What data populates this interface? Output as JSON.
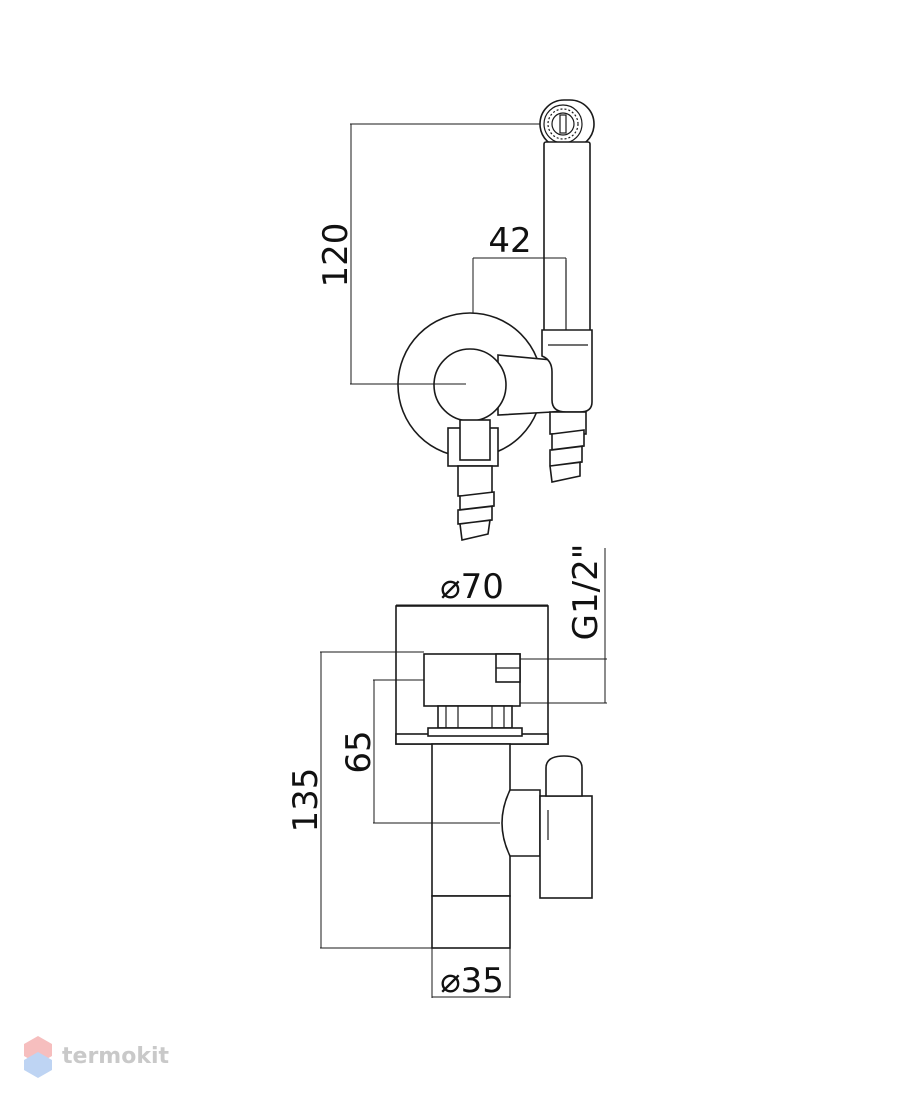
{
  "dimensions": {
    "height_top": "120",
    "width_top": "42",
    "diameter_flange": "⌀70",
    "thread": "G1/2\"",
    "height_mid": "65",
    "height_total": "135",
    "diameter_body": "⌀35"
  },
  "watermark": {
    "text": "termokit",
    "text_color": "#b8b8b8",
    "logo_top_color": "#f3a9a9",
    "logo_bottom_color": "#a9c6ef"
  },
  "colors": {
    "line": "#1a1a1a",
    "background": "#ffffff"
  }
}
